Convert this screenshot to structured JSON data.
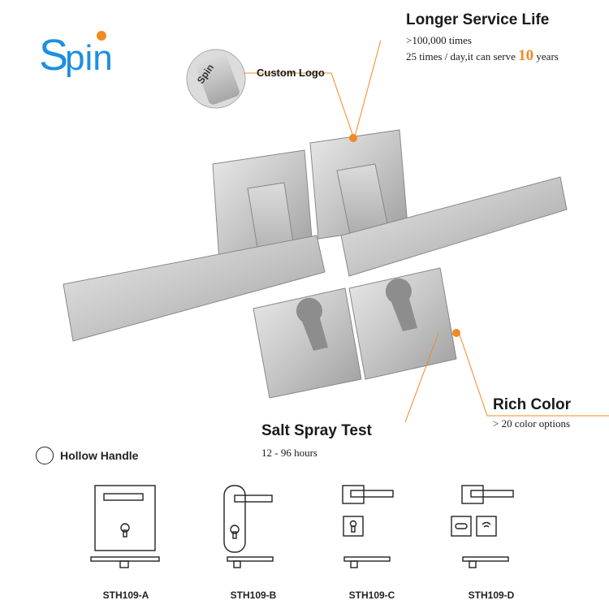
{
  "brand": {
    "name": "Spin"
  },
  "features": {
    "custom_logo": {
      "title": "Custom Logo",
      "logo_text": "Spin"
    },
    "service_life": {
      "title": "Longer Service Life",
      "line1": ">100,000 times",
      "line2_prefix": "25 times / day,it can serve",
      "years_value": "10",
      "line2_suffix": "years"
    },
    "rich_color": {
      "title": "Rich Color",
      "detail": "> 20 color options"
    },
    "salt_spray": {
      "title": "Salt Spray Test",
      "detail": "12 - 96 hours"
    }
  },
  "legend": {
    "label": "Hollow Handle"
  },
  "models": [
    "STH109-A",
    "STH109-B",
    "STH109-C",
    "STH109-D"
  ],
  "colors": {
    "accent": "#f08a24",
    "brand_blue": "#1e8fe0",
    "steel": "#c9c9c9"
  }
}
